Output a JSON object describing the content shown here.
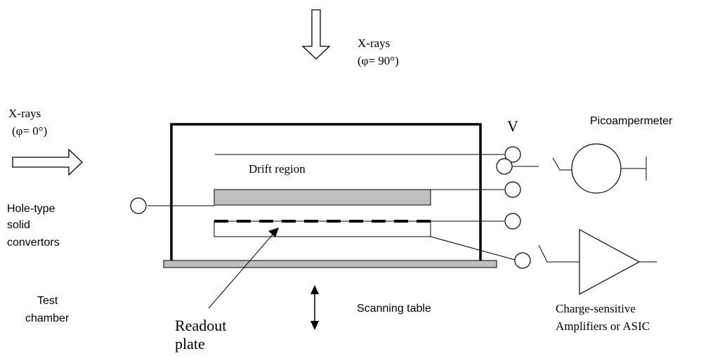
{
  "xray_top": {
    "line1": "X-rays",
    "line2": "(φ= 90°)"
  },
  "xray_side": {
    "line1": "X-rays",
    "line2": "(φ= 0°)"
  },
  "voltage_label": "V",
  "picoampermeter_label": "Picoampermeter",
  "drift_region_label": "Drift region",
  "hole_type": {
    "line1": "Hole-type",
    "line2": "solid",
    "line3": "convertors"
  },
  "test_chamber": {
    "line1": "Test",
    "line2": "chamber"
  },
  "readout_plate": {
    "line1": "Readout",
    "line2": "plate"
  },
  "scanning_table_label": "Scanning table",
  "amplifiers": {
    "line1": "Charge-sensitive",
    "line2": "Amplifiers or ASIC"
  },
  "colors": {
    "line": "#000000",
    "convertor_fill": "#bfbfbf",
    "table_fill": "#bfbfbf",
    "background": "#ffffff"
  }
}
